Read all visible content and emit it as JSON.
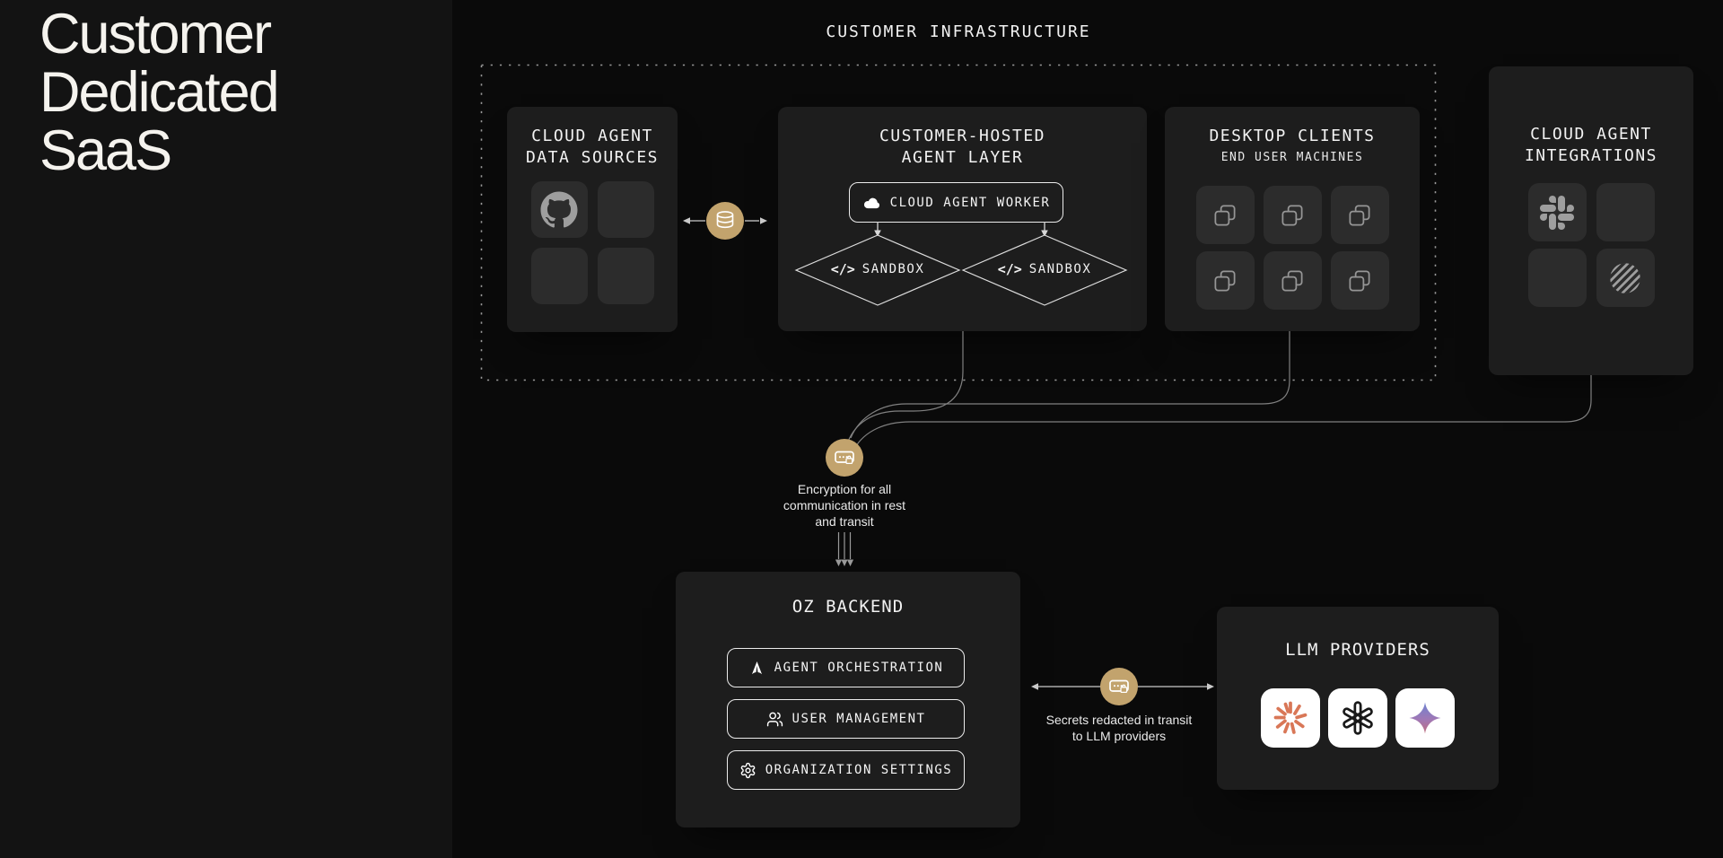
{
  "sidebar": {
    "title_lines": [
      "Customer",
      "Dedicated",
      "SaaS"
    ]
  },
  "infrastructure": {
    "label": "CUSTOMER INFRASTRUCTURE"
  },
  "cards": {
    "data_sources": {
      "title": [
        "CLOUD AGENT",
        "DATA SOURCES"
      ]
    },
    "agent_layer": {
      "title": [
        "CUSTOMER-HOSTED",
        "AGENT LAYER"
      ],
      "worker_label": "CLOUD AGENT WORKER",
      "sandboxes": [
        {
          "code_glyph": "</>",
          "label": "SANDBOX"
        },
        {
          "code_glyph": "</>",
          "label": "SANDBOX"
        }
      ]
    },
    "desktop_clients": {
      "title": "DESKTOP CLIENTS",
      "subtitle": "END USER MACHINES"
    },
    "integrations": {
      "title": [
        "CLOUD AGENT",
        "INTEGRATIONS"
      ]
    },
    "oz_backend": {
      "title": "OZ BACKEND",
      "modules": [
        {
          "label": "AGENT ORCHESTRATION"
        },
        {
          "label": "USER MANAGEMENT"
        },
        {
          "label": "ORGANIZATION SETTINGS"
        }
      ]
    },
    "llm_providers": {
      "title": "LLM PROVIDERS"
    }
  },
  "annotations": {
    "encryption": {
      "lines": [
        "Encryption for all",
        "communication in rest",
        "and transit"
      ]
    },
    "secrets": {
      "lines": [
        "Secrets redacted in transit",
        "to LLM providers"
      ]
    }
  },
  "icons": {
    "github": "github-icon",
    "database": "database-icon",
    "cloud": "cloud-icon",
    "code": "code-icon",
    "desktop_window": "window-icon",
    "slack": "slack-icon",
    "linear": "linear-icon",
    "secure_field_lock": "encryption-lock-icon",
    "orchestration": "orchestration-delta-icon",
    "users": "users-icon",
    "gear": "gear-icon",
    "claude": "claude-icon",
    "openai": "openai-icon",
    "gemini": "gemini-icon"
  },
  "colors": {
    "background": "#0a0a0a",
    "sidebar": "#131313",
    "card": "#1d1d1d",
    "tile": "#2c2c2c",
    "gold_node": "#c2a36d",
    "line": "#828282",
    "icon_gray": "#9e9e9e",
    "claude_orange": "#d97757",
    "gemini_gradient_top": "#6d82d1",
    "gemini_gradient_bottom": "#c06f7e"
  }
}
